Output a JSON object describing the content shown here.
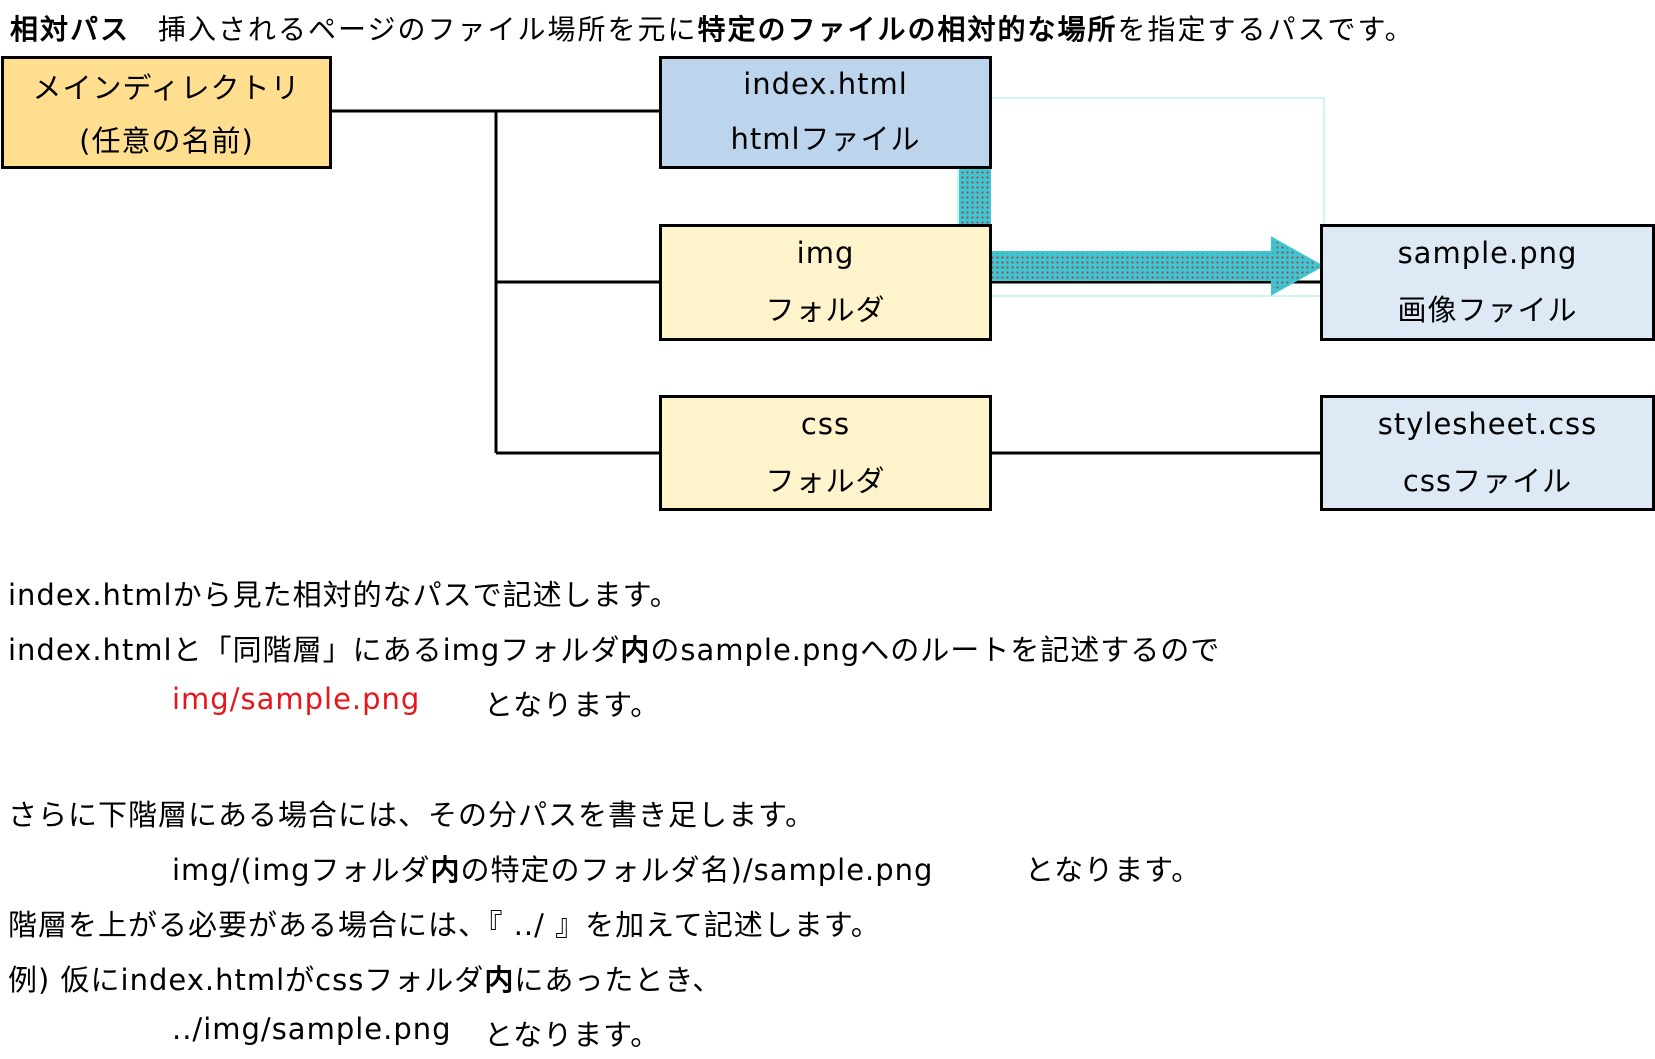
{
  "header": {
    "label": "相対パス",
    "desc_part1": "挿入されるページのファイル場所を元に",
    "desc_bold1": "特定のファイルの相対的な場所",
    "desc_part2": "を指定するパスです。"
  },
  "boxes": {
    "main": {
      "line1": "メインディレクトリ",
      "line2": "(任意の名前)"
    },
    "index": {
      "line1": "index.html",
      "line2": "htmlファイル"
    },
    "img": {
      "line1": "img",
      "line2": "フォルダ"
    },
    "css": {
      "line1": "css",
      "line2": "フォルダ"
    },
    "sample": {
      "line1": "sample.png",
      "line2": "画像ファイル"
    },
    "stylesheet": {
      "line1": "stylesheet.css",
      "line2": "cssファイル"
    }
  },
  "notes": {
    "l1": "index.htmlから見た相対的なパスで記述します。",
    "l2a": "index.htmlと「同階層」にあるimgフォルダ",
    "l2b": "内",
    "l2c": "のsample.pngへのルートを記述するので",
    "l3_path": "img/sample.png",
    "l3_tail": "となります。",
    "l4": "さらに下階層にある場合には、その分パスを書き足します。",
    "l5a": "img/(imgフォルダ",
    "l5b": "内",
    "l5c": "の特定のフォルダ名)/sample.png",
    "l5_tail": "となります。",
    "l6": "階層を上がる必要がある場合には、『 ../ 』を加えて記述します。",
    "l7a": "例) 仮にindex.htmlがcssフォルダ",
    "l7b": "内",
    "l7c": "にあったとき、",
    "l8_path": "../img/sample.png",
    "l8_tail": "となります。"
  },
  "colors": {
    "main_box": "#ffdf8f",
    "html_file_box": "#bdd5ec",
    "folder_box": "#fff3cc",
    "file_box": "#dde9f5",
    "arrow": "#3cc8d2",
    "highlight_text": "#e8161b"
  }
}
